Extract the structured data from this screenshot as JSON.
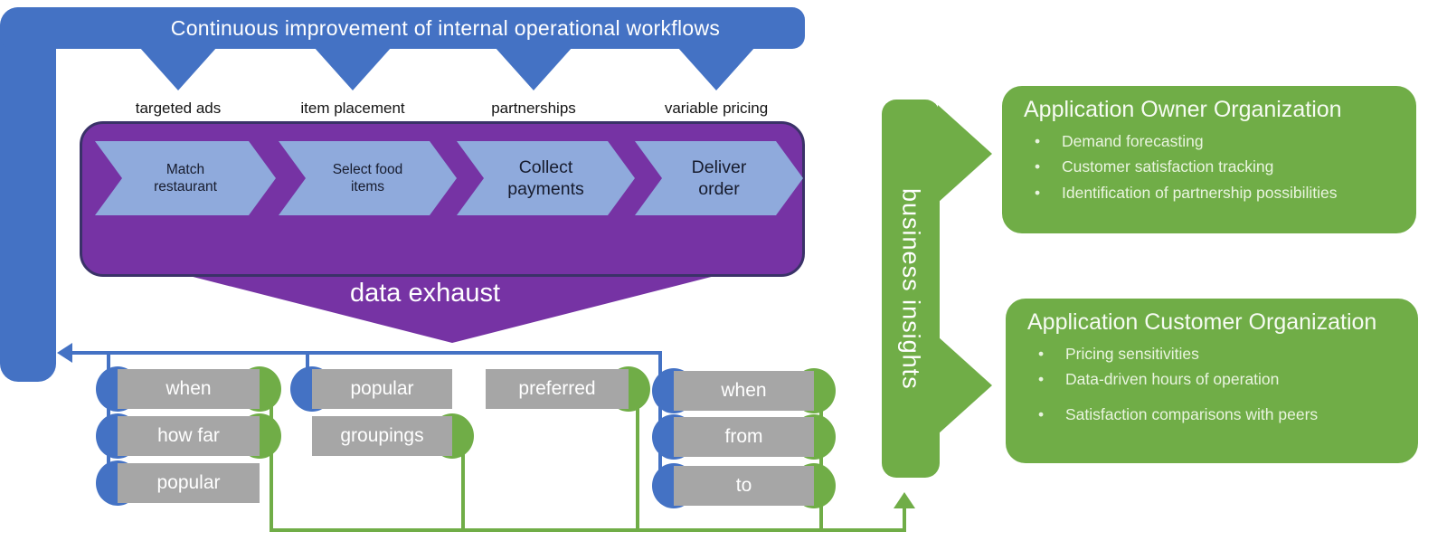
{
  "banner": {
    "label": "Continuous improvement of internal operational workflows"
  },
  "improvement_tags": [
    "targeted ads",
    "item placement",
    "partnerships",
    "variable pricing"
  ],
  "workflow_steps": [
    "Match restaurant",
    "Select food items",
    "Collect payments",
    "Deliver order"
  ],
  "labels": {
    "data_exhaust": "data exhaust",
    "business_insights": "business insights",
    "bullet": "•"
  },
  "signals": {
    "left": [
      "when",
      "how far",
      "popular"
    ],
    "middle": [
      "popular",
      "groupings"
    ],
    "single": [
      "preferred"
    ],
    "right": [
      "when",
      "from",
      "to"
    ]
  },
  "owner_box": {
    "title": "Application Owner Organization",
    "bullets": [
      "Demand forecasting",
      "Customer satisfaction tracking",
      "Identification of partnership possibilities"
    ]
  },
  "customer_box": {
    "title": "Application Customer Organization",
    "bullets": [
      "Pricing sensitivities",
      "Data-driven hours of operation",
      "Satisfaction comparisons with peers"
    ]
  },
  "colors": {
    "blue": "#4472C4",
    "purple": "#7633A4",
    "light_blue": "#8FAADC",
    "green": "#70AD47",
    "gray": "#A6A6A6"
  }
}
